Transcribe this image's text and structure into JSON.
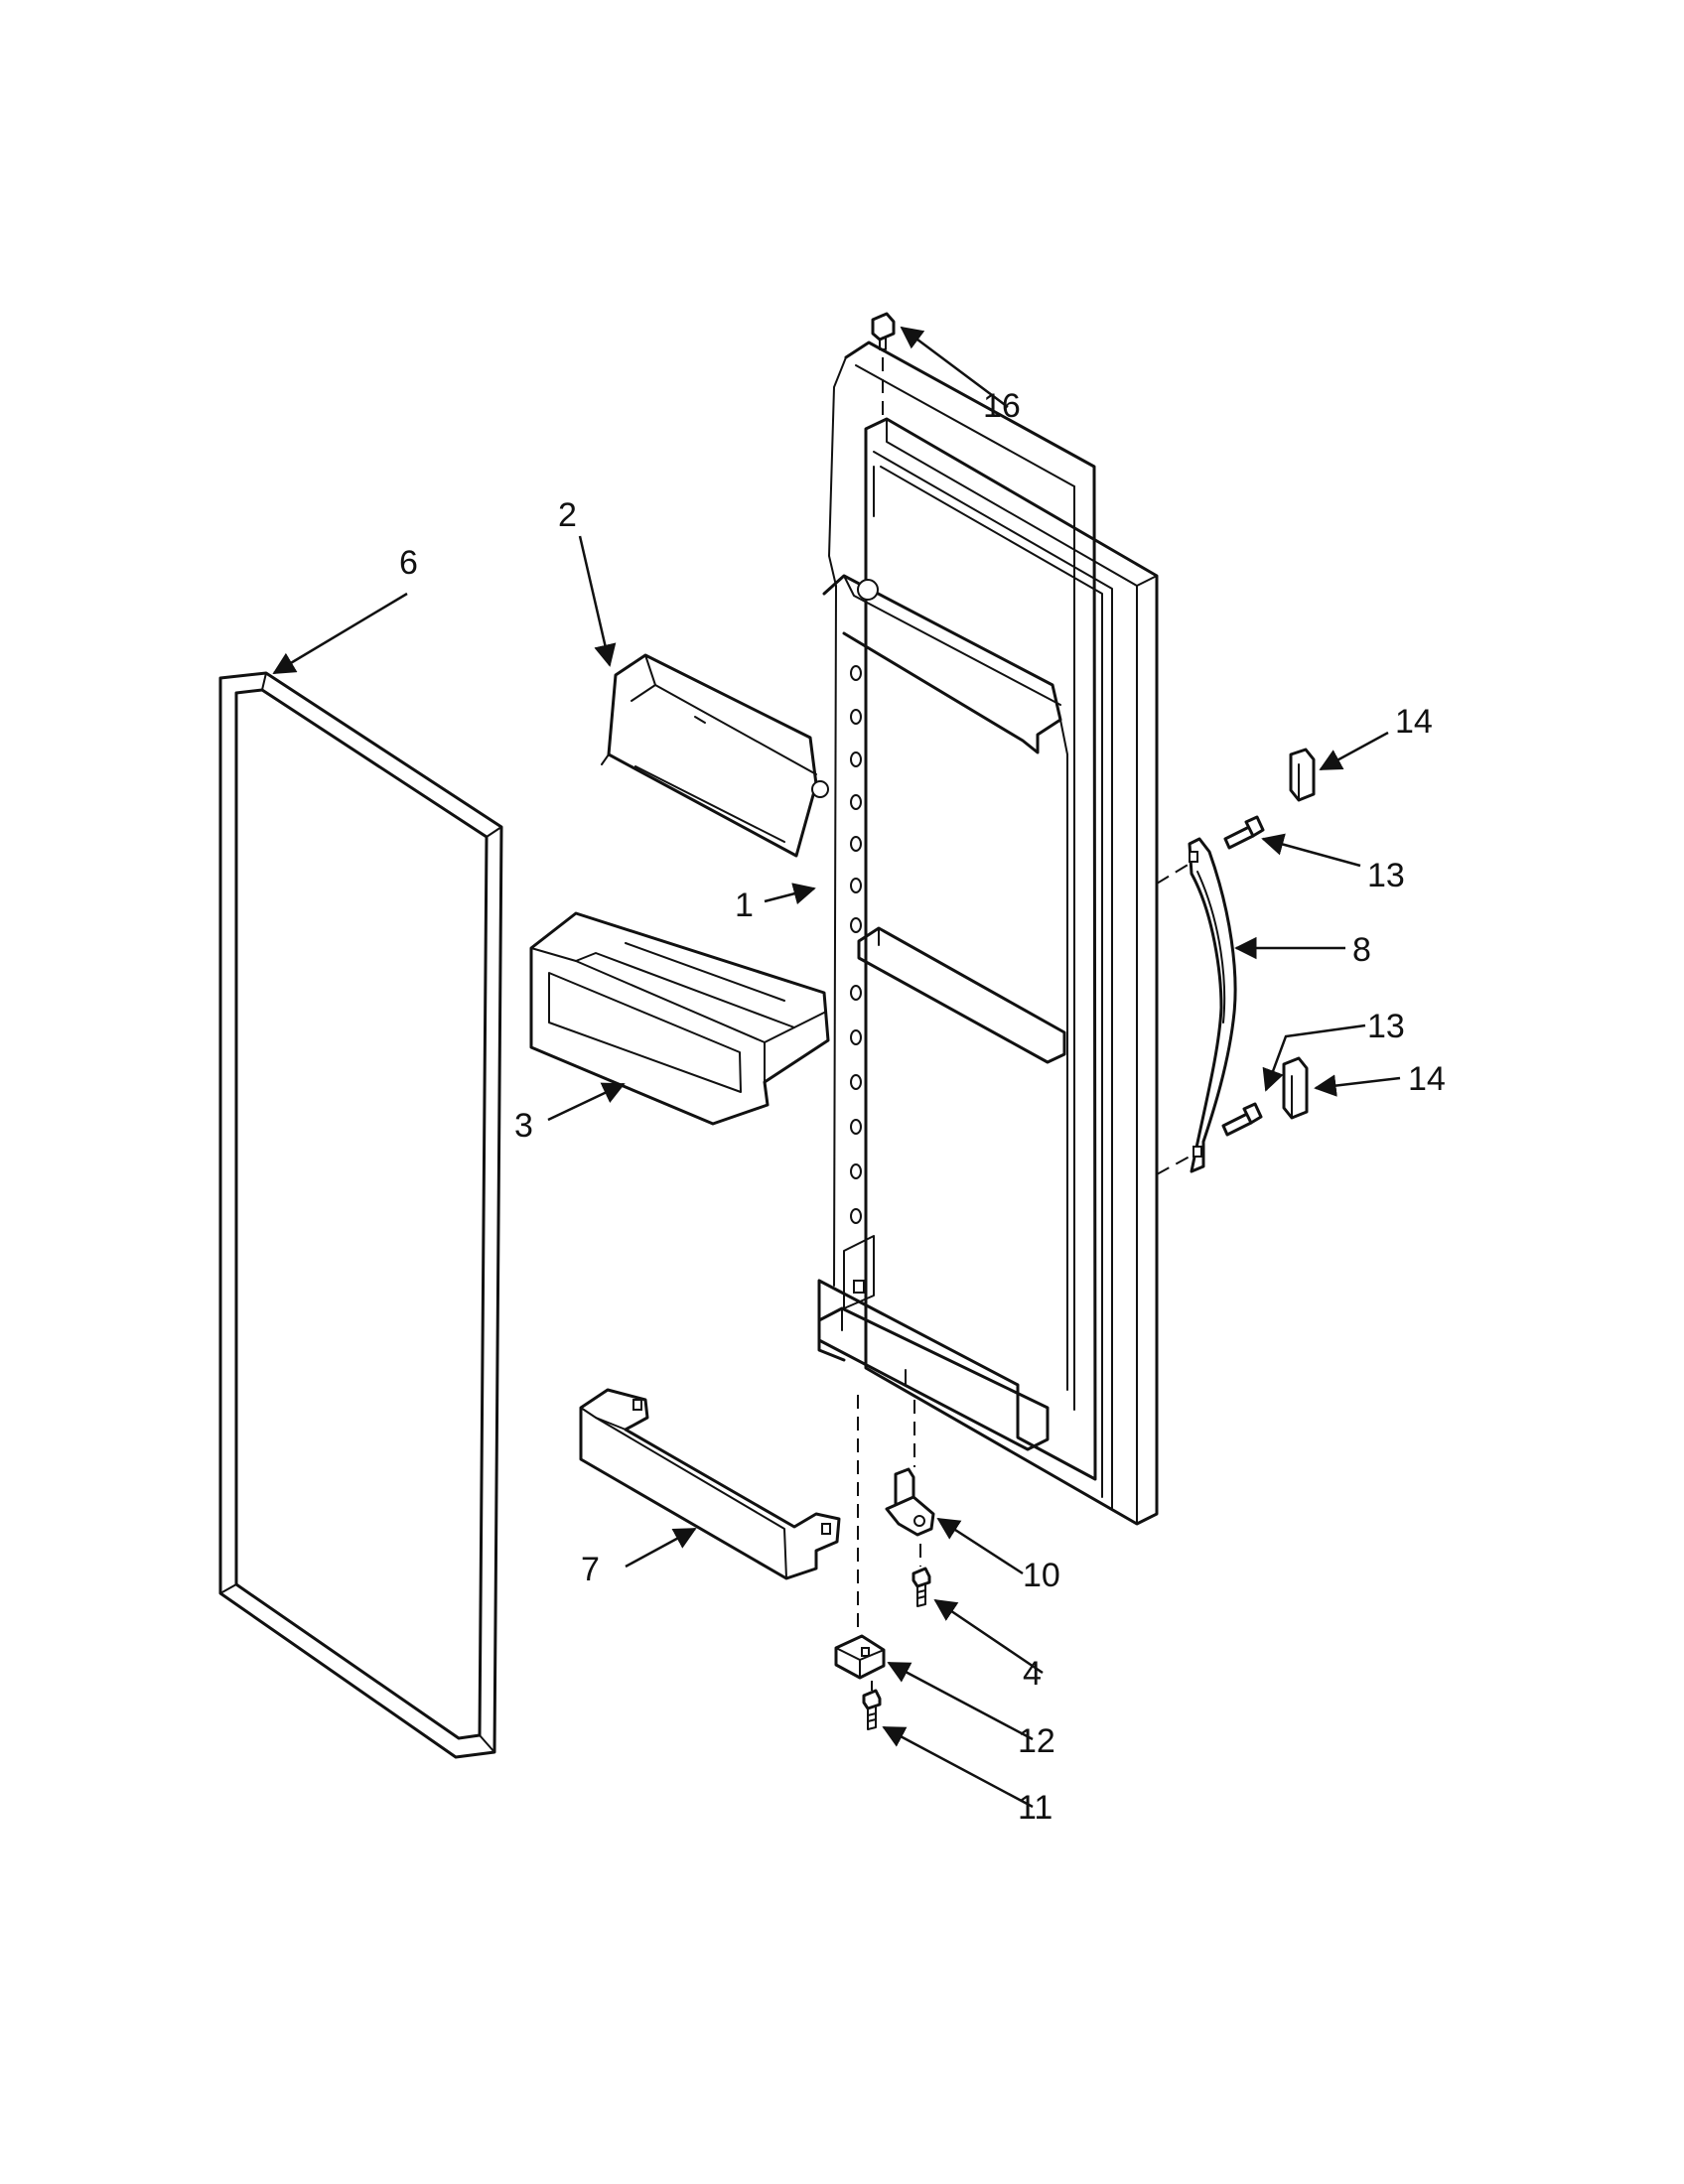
{
  "callouts": [
    {
      "id": "1",
      "label": "1"
    },
    {
      "id": "2",
      "label": "2"
    },
    {
      "id": "3",
      "label": "3"
    },
    {
      "id": "4",
      "label": "4"
    },
    {
      "id": "6",
      "label": "6"
    },
    {
      "id": "7",
      "label": "7"
    },
    {
      "id": "8",
      "label": "8"
    },
    {
      "id": "10",
      "label": "10"
    },
    {
      "id": "11",
      "label": "11"
    },
    {
      "id": "12",
      "label": "12"
    },
    {
      "id": "13a",
      "label": "13"
    },
    {
      "id": "13b",
      "label": "13"
    },
    {
      "id": "14a",
      "label": "14"
    },
    {
      "id": "14b",
      "label": "14"
    },
    {
      "id": "16",
      "label": "16"
    }
  ]
}
